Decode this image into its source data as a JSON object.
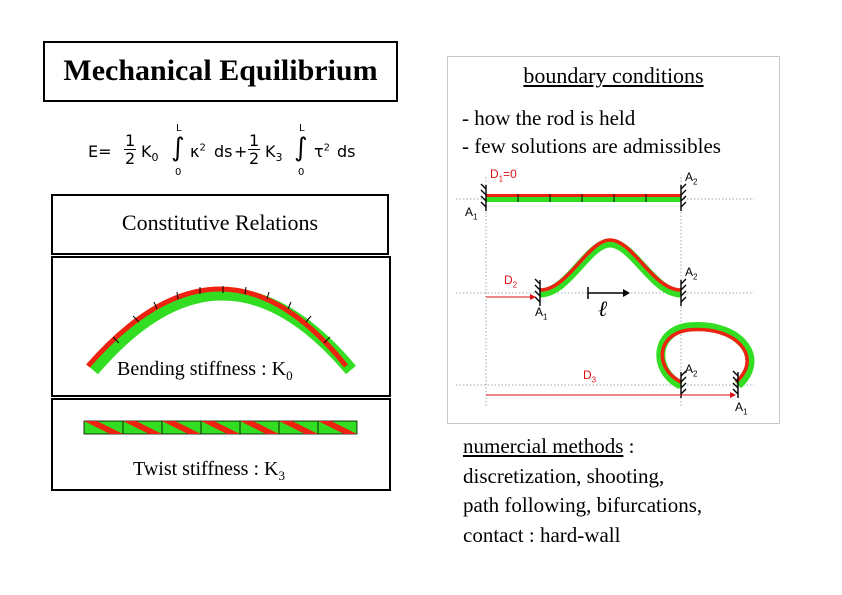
{
  "title": "Mechanical Equilibrium",
  "formula": {
    "lhs": "E=",
    "half": {
      "num": "1",
      "den": "2"
    },
    "term1": {
      "coef": "K",
      "sub": "0",
      "upper": "L",
      "lower": "0",
      "integrand": "κ",
      "power": "2",
      "ds": "ds"
    },
    "plus": "+",
    "term2": {
      "coef": "K",
      "sub": "3",
      "upper": "L",
      "lower": "0",
      "integrand": "τ",
      "power": "2",
      "ds": "ds"
    },
    "integral": "∫"
  },
  "constitutive": {
    "heading": "Constitutive Relations",
    "bending": {
      "label": "Bending stiffness : K",
      "sub": "0"
    },
    "twist": {
      "label": "Twist stiffness : K",
      "sub": "3"
    }
  },
  "boundary": {
    "heading": "boundary conditions",
    "bullets": [
      "- how the rod is held",
      "- few solutions are admissibles"
    ],
    "labels": {
      "d1": "D",
      "d1_sub": "1",
      "d1_eq": "=0",
      "d2": "D",
      "d2_sub": "2",
      "d3": "D",
      "d3_sub": "3",
      "a": "A",
      "a1_sub": "1",
      "a2_sub": "2",
      "ell": "ℓ"
    }
  },
  "numerical": {
    "heading": "numercial methods",
    "suffix": " :",
    "lines": [
      "discretization, shooting,",
      "path following, bifurcations,",
      "contact : hard-wall"
    ]
  },
  "colors": {
    "rod_green": "#33dd22",
    "rod_red": "#ee2211",
    "label_red": "#dd1111"
  }
}
